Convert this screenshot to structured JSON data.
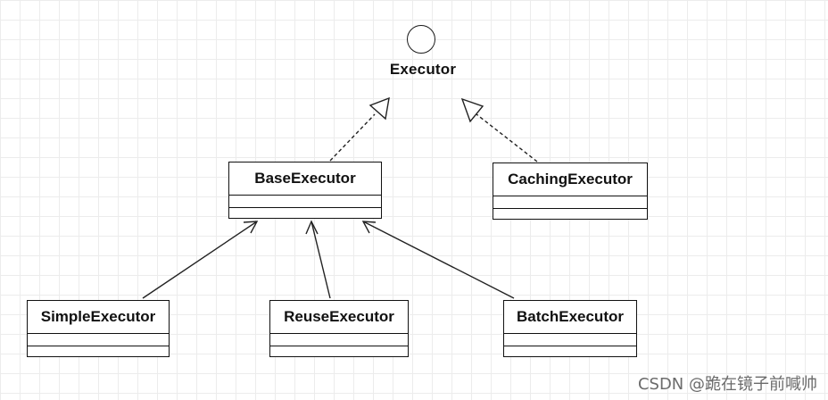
{
  "interface": {
    "name": "Executor"
  },
  "classes": {
    "base": {
      "name": "BaseExecutor"
    },
    "caching": {
      "name": "CachingExecutor"
    },
    "simple": {
      "name": "SimpleExecutor"
    },
    "reuse": {
      "name": "ReuseExecutor"
    },
    "batch": {
      "name": "BatchExecutor"
    }
  },
  "relations": [
    {
      "from": "BaseExecutor",
      "to": "Executor",
      "kind": "realization"
    },
    {
      "from": "CachingExecutor",
      "to": "Executor",
      "kind": "realization"
    },
    {
      "from": "SimpleExecutor",
      "to": "BaseExecutor",
      "kind": "association"
    },
    {
      "from": "ReuseExecutor",
      "to": "BaseExecutor",
      "kind": "association"
    },
    {
      "from": "BatchExecutor",
      "to": "BaseExecutor",
      "kind": "association"
    }
  ],
  "watermark": "CSDN @跪在镜子前喊帅"
}
